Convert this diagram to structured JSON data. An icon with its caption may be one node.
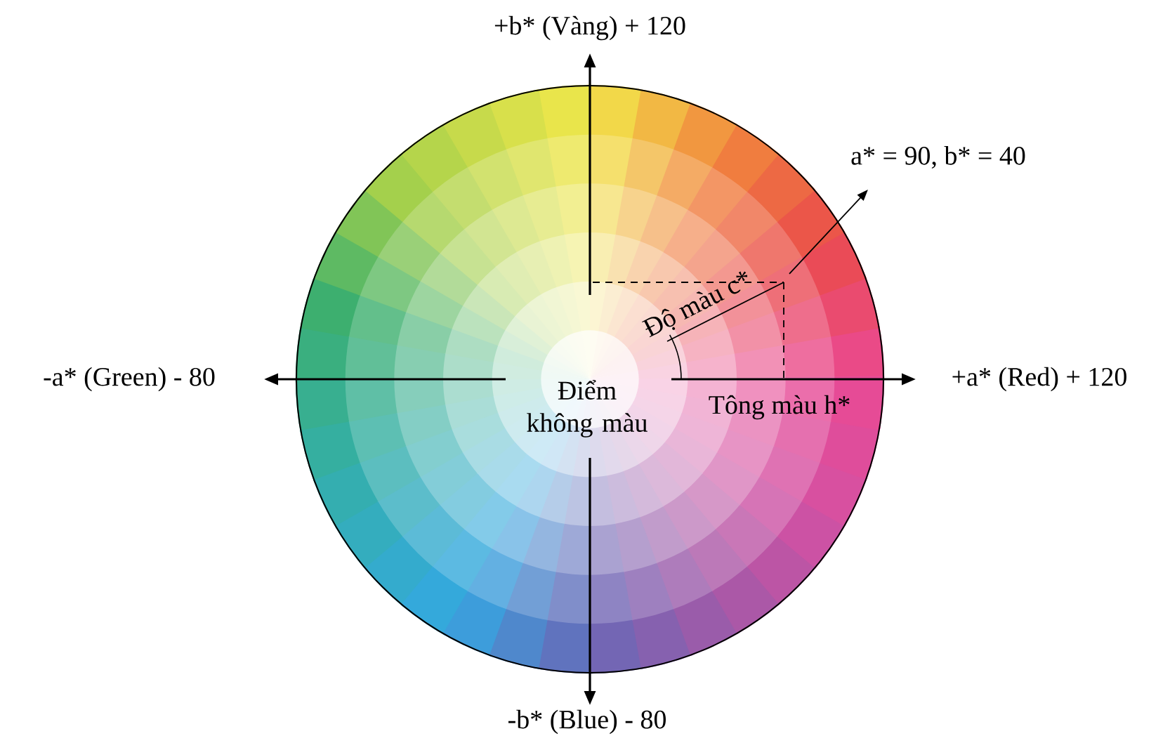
{
  "diagram": {
    "labels": [
      "+b* (Vàng) + 120",
      "a* = 90, b* = 40",
      "-a* (Green) - 80",
      "+a* (Red) + 120",
      "Điểm không màu",
      "Độ màu c*",
      "Tông màu h*",
      "-b* (Blue) - 80"
    ]
  }
}
